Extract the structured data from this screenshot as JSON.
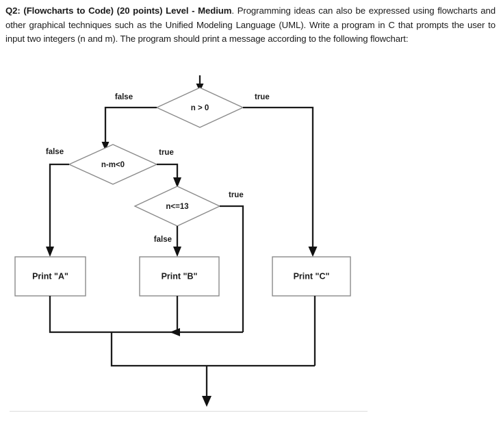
{
  "question": {
    "label": "Q2: (Flowcharts to Code) (20 points) Level - Medium",
    "body": ". Programming ideas can also be expressed using flowcharts and other graphical techniques such as the Unified Modeling Language (UML).  Write a program in C that prompts the user to input two integers (n and m). The program should print a message according to the following flowchart:"
  },
  "flowchart": {
    "decisions": [
      {
        "id": "d1",
        "text": "n > 0",
        "false_label": "false",
        "true_label": "true"
      },
      {
        "id": "d2",
        "text": "n-m<0",
        "false_label": "false",
        "true_label": "true"
      },
      {
        "id": "d3",
        "text": "n<=13",
        "false_label": "false",
        "true_label": "true"
      }
    ],
    "processes": [
      {
        "id": "p1",
        "text": "Print \"A\""
      },
      {
        "id": "p2",
        "text": "Print \"B\""
      },
      {
        "id": "p3",
        "text": "Print \"C\""
      }
    ],
    "colors": {
      "shape_stroke": "#8a8a8a",
      "connector": "#1b1b1b",
      "text": "#1b1b1b",
      "background": "#ffffff"
    }
  }
}
